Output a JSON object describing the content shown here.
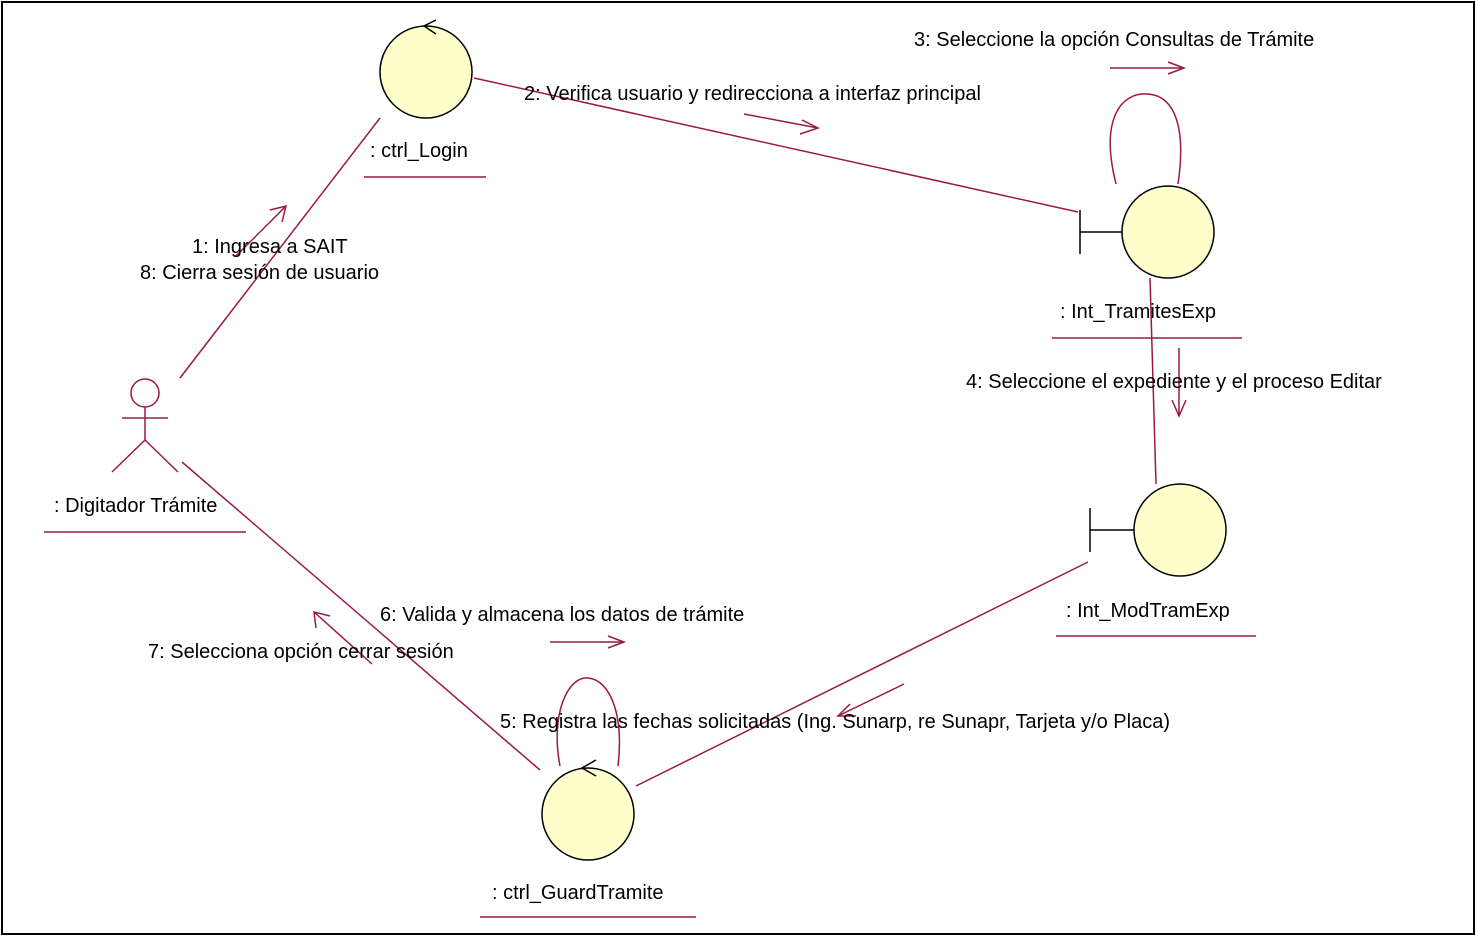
{
  "objects": {
    "ctrl_login": ": ctrl_Login",
    "int_tramites": ": Int_TramitesExp",
    "int_modtram": ": Int_ModTramExp",
    "ctrl_guard": ": ctrl_GuardTramite",
    "actor": ": Digitador Trámite"
  },
  "messages": {
    "m1": "1: Ingresa a SAIT",
    "m8": "8: Cierra sesión de usuario",
    "m2": "2: Verifica usuario y redirecciona a interfaz principal",
    "m3": "3: Seleccione la opción Consultas de Trámite",
    "m4": "4: Seleccione el expediente y el proceso Editar",
    "m5": "5: Registra las fechas solicitadas (Ing. Sunarp, re Sunapr, Tarjeta y/o Placa)",
    "m6": "6: Valida y almacena los datos de trámite",
    "m7": "7: Selecciona opción cerrar sesión"
  },
  "colors": {
    "line": "#9b1846",
    "object_fill": "#ffffcc",
    "object_stroke": "#000000"
  }
}
